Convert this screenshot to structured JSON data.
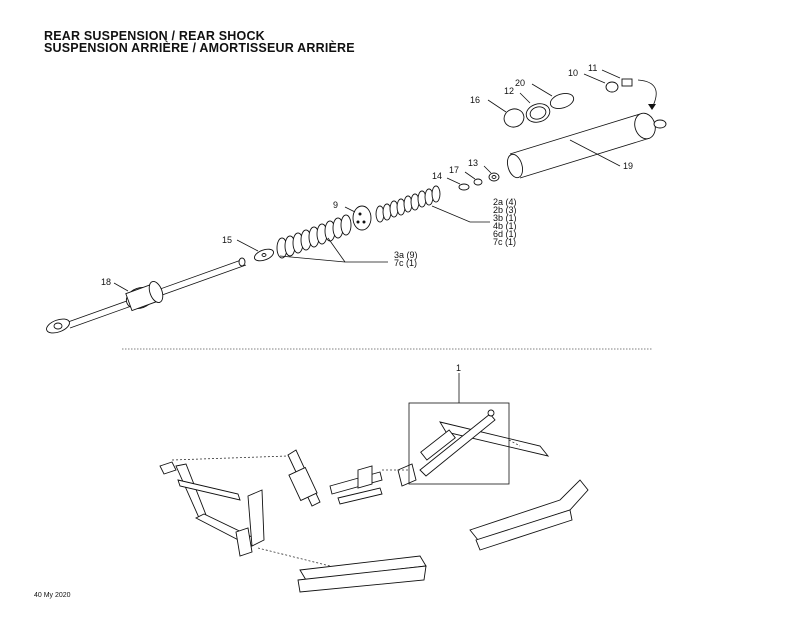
{
  "title": {
    "line1": "REAR SUSPENSION / REAR SHOCK",
    "line2": "SUSPENSION ARRIÈRE / AMORTISSEUR ARRIÈRE"
  },
  "callouts": {
    "p1": "1",
    "p9": "9",
    "p10": "10",
    "p11": "11",
    "p12": "12",
    "p13": "13",
    "p14": "14",
    "p15": "15",
    "p16": "16",
    "p17": "17",
    "p18": "18",
    "p19": "19",
    "p20": "20"
  },
  "kit_a": [
    "2a (4)",
    "2b (3)",
    "3b (1)",
    "4b (1)",
    "6d (1)",
    "7c (1)"
  ],
  "kit_b": [
    "3a (9)",
    "7c (1)"
  ],
  "footer": "40 My 2020"
}
